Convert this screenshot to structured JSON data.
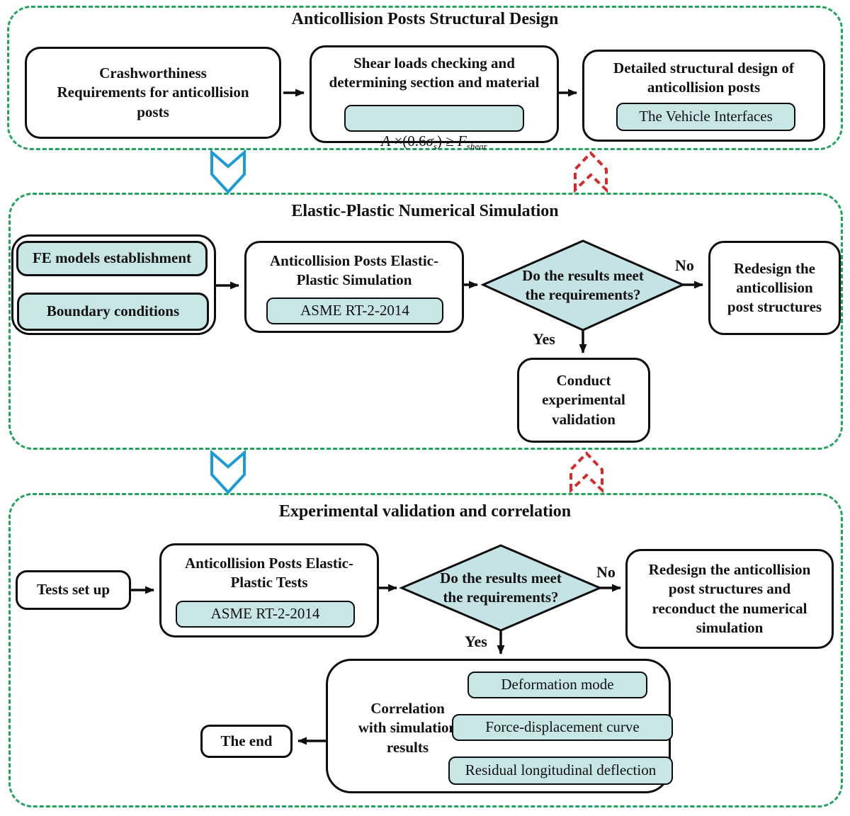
{
  "figure": {
    "s1": {
      "title": "Anticollision Posts Structural Design",
      "crash": "Crashworthiness\nRequirements for anticollision\nposts",
      "shear": "Shear loads checking and\ndetermining section and material",
      "formula": {
        "a": "A",
        "f1": " ×(0.6",
        "sigma": "σ",
        "sub_s": "s",
        "f2": ") ≥ ",
        "f_sym": "F",
        "sub_shear": "shear"
      },
      "detail": "Detailed structural design of\nanticollision posts",
      "vehicle": "The Vehicle Interfaces"
    },
    "s2": {
      "title": "Elastic-Plastic Numerical Simulation",
      "fe": "FE models establishment",
      "boundary": "Boundary conditions",
      "sim": "Anticollision Posts Elastic-\nPlastic Simulation",
      "asme": "ASME RT-2-2014",
      "question": "Do the results meet\nthe requirements?",
      "no": "No",
      "yes": "Yes",
      "redesign": "Redesign the\nanticollision\npost structures",
      "conduct": "Conduct\nexperimental\nvalidation"
    },
    "s3": {
      "title": "Experimental validation and correlation",
      "tests": "Tests set up",
      "tests_box": "Anticollision Posts Elastic-\nPlastic Tests",
      "asme": "ASME RT-2-2014",
      "question": "Do the results meet\nthe requirements?",
      "no": "No",
      "yes": "Yes",
      "redesign": "Redesign the anticollision\npost structures and\nreconduct the numerical\nsimulation",
      "correlation": "Correlation\nwith simulation\nresults",
      "deformation": "Deformation mode",
      "force": "Force-displacement curve",
      "residual": "Residual longitudinal deflection",
      "end": "The end"
    },
    "colors": {
      "section_border": "#23a45e",
      "fill_teal": "#c9e6e6",
      "diamond_fill": "#c5e3e4",
      "flow_blue": "#1b9cd8",
      "flow_red": "#d42b2b",
      "line": "#111111"
    }
  }
}
